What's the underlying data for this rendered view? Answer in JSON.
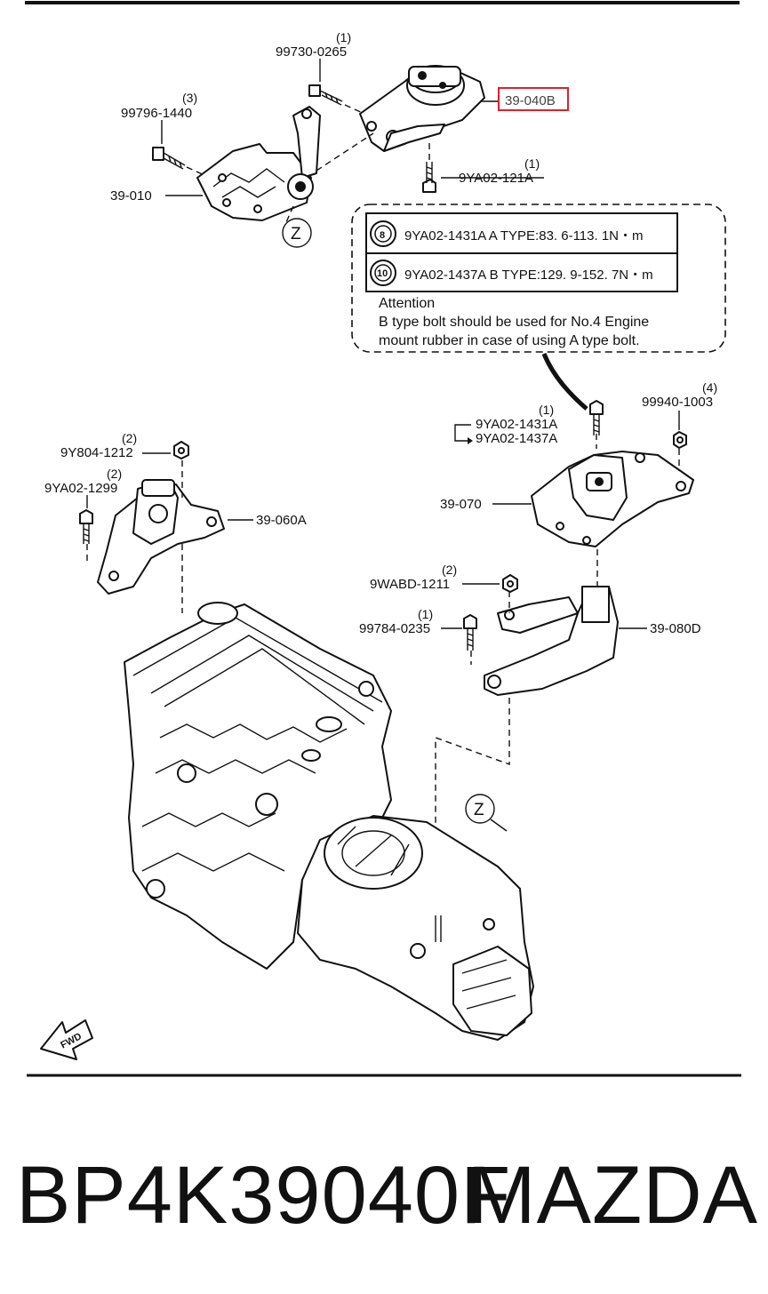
{
  "parts": [
    {
      "id": "99730-0265",
      "qty": "(1)"
    },
    {
      "id": "39-040B",
      "qty": "",
      "highlight_color": "#e0202a"
    },
    {
      "id": "99796-1440",
      "qty": "(3)"
    },
    {
      "id": "39-010",
      "qty": ""
    },
    {
      "id": "9YA02-121A",
      "qty": "(1)"
    },
    {
      "id": "9YA02-1431A",
      "qty": "(1)"
    },
    {
      "id": "9YA02-1437A",
      "qty": ""
    },
    {
      "id": "99940-1003",
      "qty": "(4)"
    },
    {
      "id": "9Y804-1212",
      "qty": "(2)"
    },
    {
      "id": "9YA02-1299",
      "qty": "(2)"
    },
    {
      "id": "39-060A",
      "qty": ""
    },
    {
      "id": "39-070",
      "qty": ""
    },
    {
      "id": "9WABD-1211",
      "qty": "(2)"
    },
    {
      "id": "99784-0235",
      "qty": "(1)"
    },
    {
      "id": "39-080D",
      "qty": ""
    }
  ],
  "torque_box": {
    "rows": [
      {
        "icon": "8",
        "text": "9YA02-1431A  A TYPE:83. 6-113. 1N・m"
      },
      {
        "icon": "10",
        "text": "9YA02-1437A  B TYPE:129. 9-152. 7N・m"
      }
    ],
    "attention_title": "Attention",
    "attention_lines": [
      "B type bolt should be used for No.4 Engine",
      "mount rubber in case of using A type bolt."
    ]
  },
  "view_markers": [
    "Z",
    "Z"
  ],
  "fwd_label": "FWD",
  "caption": {
    "part_number": "BP4K39040F",
    "brand": "MAZDA"
  }
}
